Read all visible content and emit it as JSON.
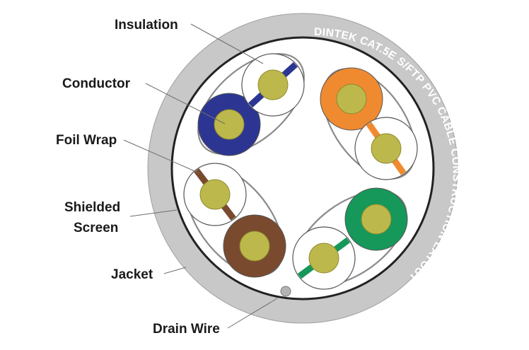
{
  "jacket_print": "DINTEK CAT.5E S/FTP PVC CABLE CONSTRUCTION LAYOUT",
  "callouts": {
    "insulation": "Insulation",
    "conductor": "Conductor",
    "foil_wrap": "Foil Wrap",
    "shielded_screen_line1": "Shielded",
    "shielded_screen_line2": "Screen",
    "jacket": "Jacket",
    "drain_wire": "Drain Wire"
  },
  "colors": {
    "jacket": "#c8c8c8",
    "jacket_edge": "#a0a0a0",
    "screen": "#222222",
    "foil": "#8a8a8a",
    "conductor": "#bdb84c",
    "conductor_edge": "#8e8a2c",
    "blue": "#2c3692",
    "orange": "#f08a30",
    "green": "#15985a",
    "brown": "#7a4a2e",
    "drain_wire": "#b4b4b4",
    "leader": "#6e6e6e"
  },
  "pairs": [
    {
      "name": "blue-pair",
      "color_key": "blue"
    },
    {
      "name": "orange-pair",
      "color_key": "orange"
    },
    {
      "name": "green-pair",
      "color_key": "green"
    },
    {
      "name": "brown-pair",
      "color_key": "brown"
    }
  ]
}
